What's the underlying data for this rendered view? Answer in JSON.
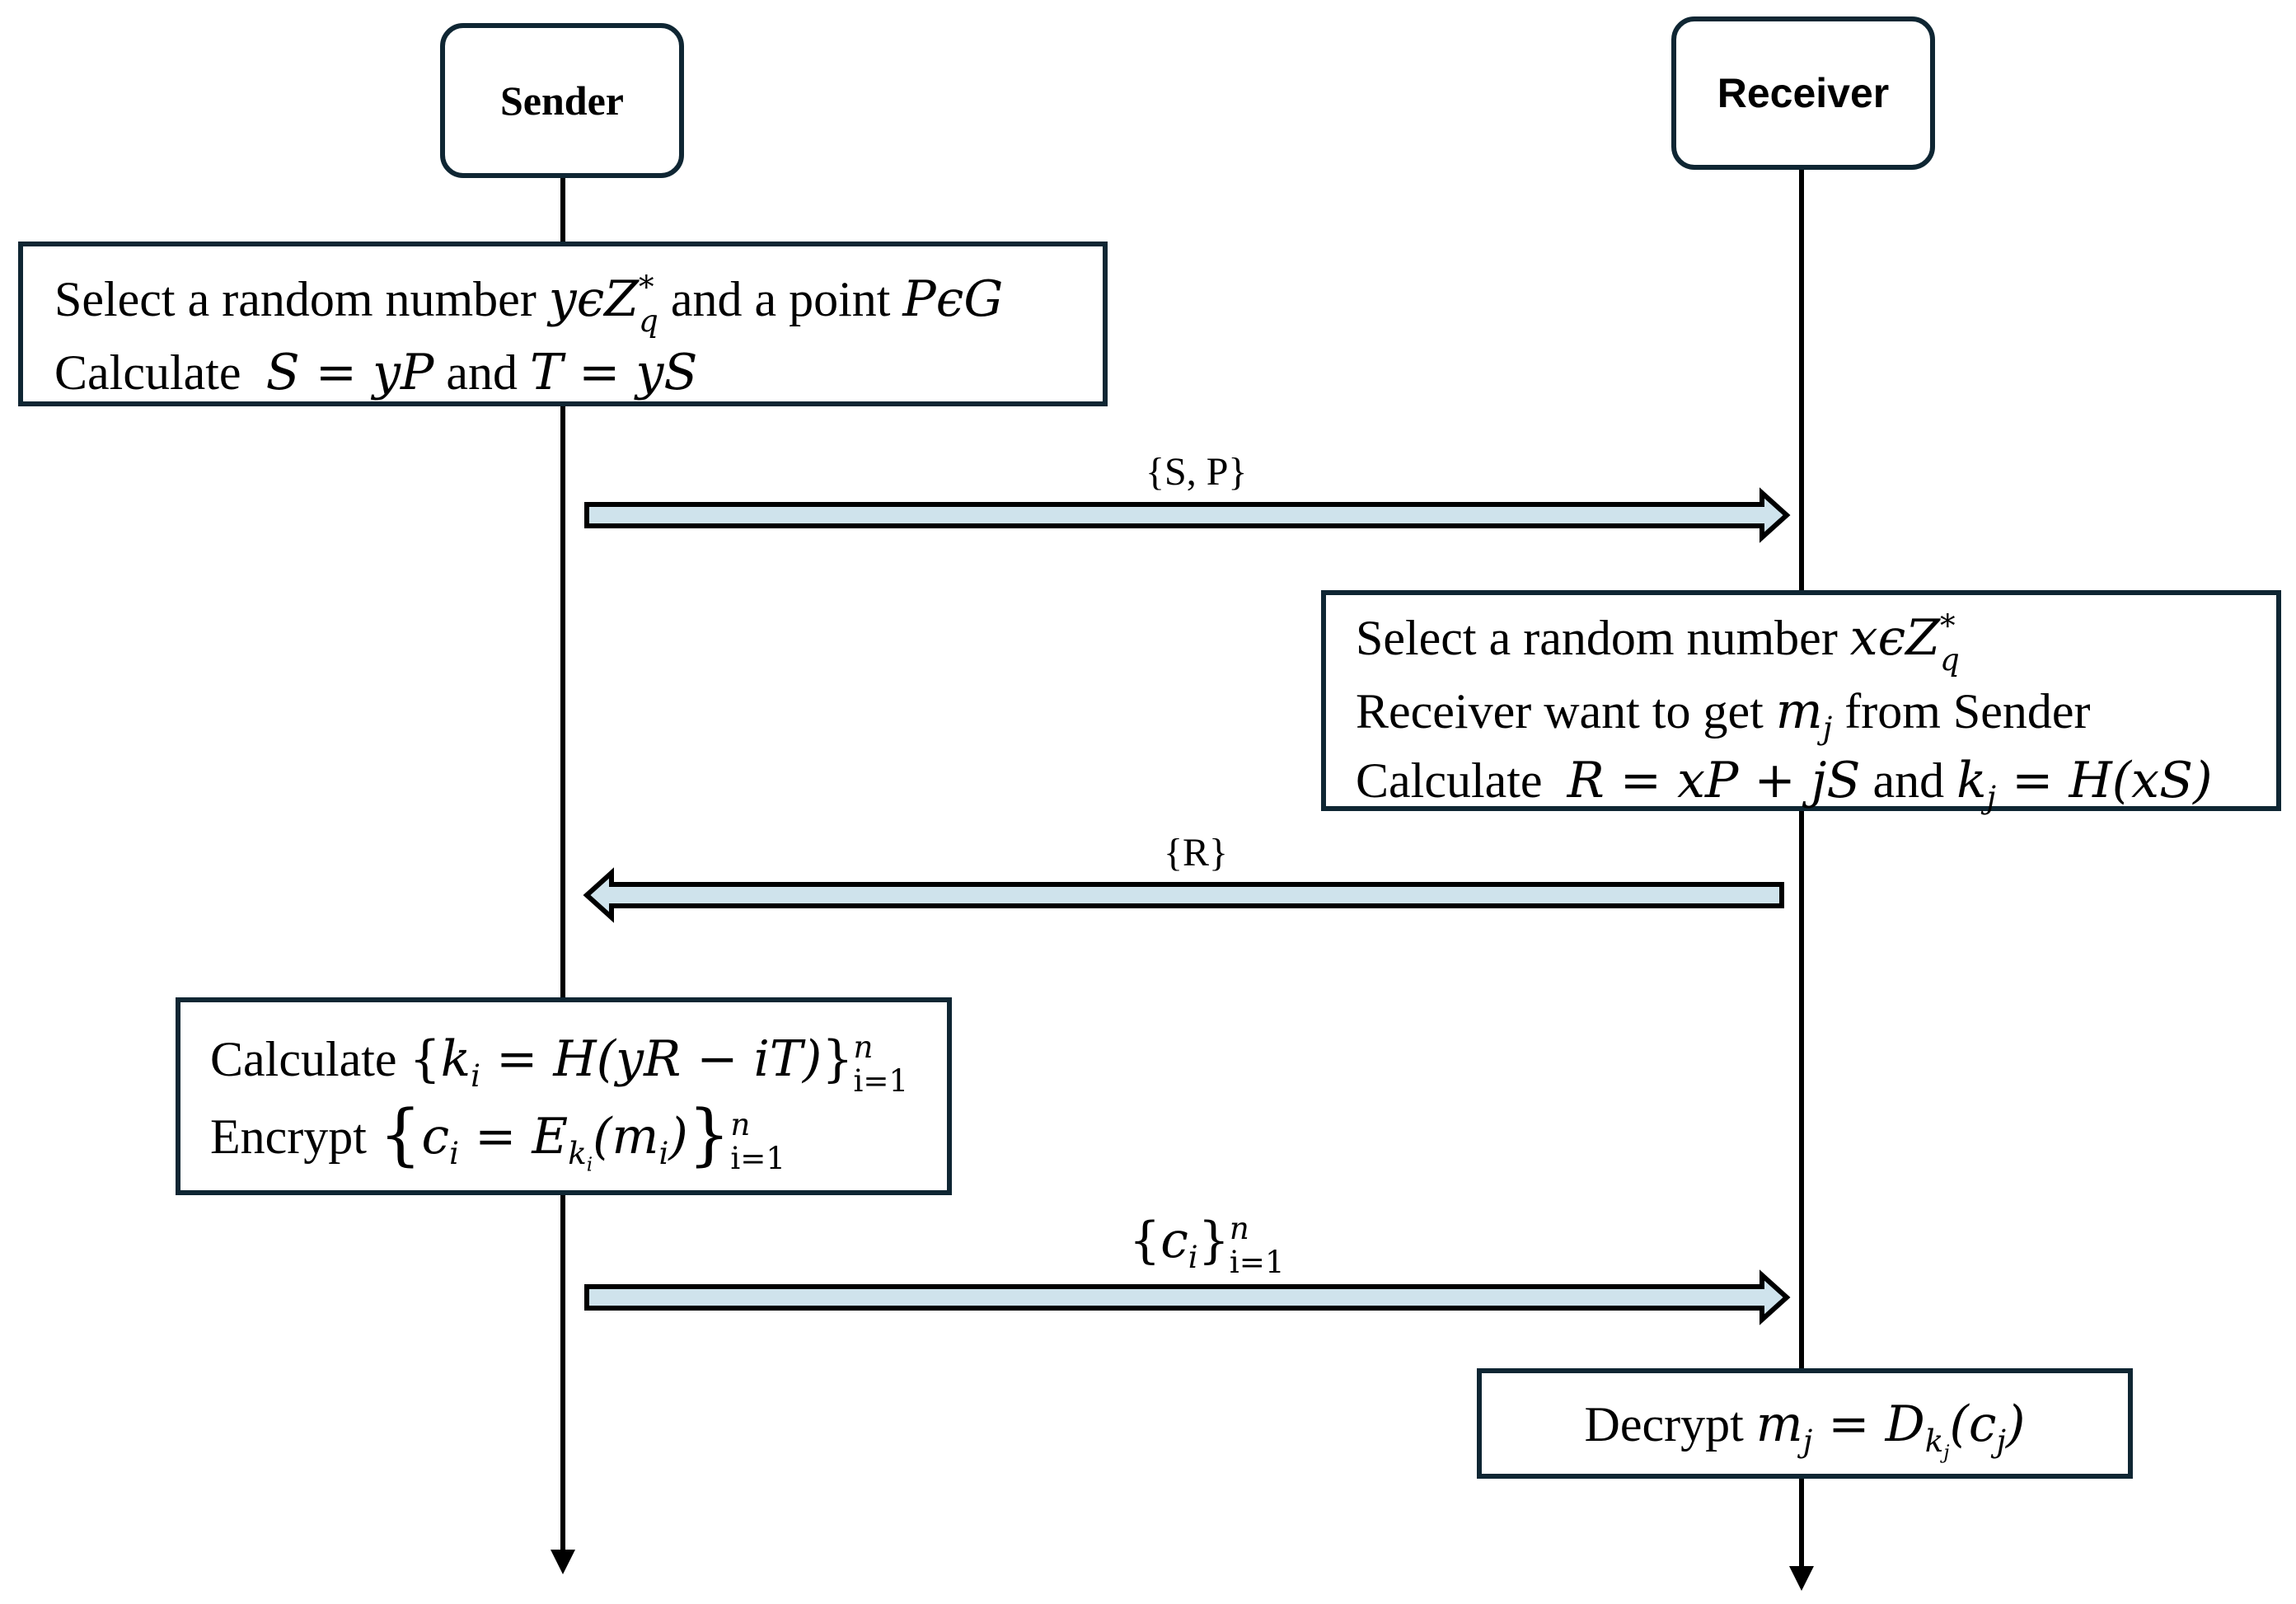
{
  "actors": {
    "sender": "Sender",
    "receiver": "Receiver"
  },
  "steps": {
    "sender_setup": {
      "line1_text": "Select a random number",
      "line1_var": "yϵZ",
      "line1_sub": "q",
      "line1_sup": "*",
      "line1_mid": "and a point",
      "line1_point": "PϵG",
      "line2_text": "Calculate",
      "line2_eq1": "S = yP",
      "line2_and": "and",
      "line2_eq2": "T = yS"
    },
    "receiver_setup": {
      "line1_text": "Select a random number",
      "line1_var": "xϵZ",
      "line1_sub": "q",
      "line1_sup": "*",
      "line2_text_a": "Receiver want to get",
      "line2_var": "m",
      "line2_sub": "j",
      "line2_text_b": "from Sender",
      "line3_text": "Calculate",
      "line3_eq1": "R = xP + jS",
      "line3_and": "and",
      "line3_eq2_k": "k",
      "line3_eq2_sub": "j",
      "line3_eq2_rest": " = H(xS)"
    },
    "sender_encrypt": {
      "line1_text": "Calculate",
      "line1_open": "{",
      "line1_k": "k",
      "line1_k_sub": "i",
      "line1_eq": " = H(yR − iT)",
      "line1_close": "}",
      "line1_sup": "n",
      "line1_sub": "i=1",
      "line2_text": "Encrypt",
      "line2_open": "{",
      "line2_c": "c",
      "line2_c_sub": "i",
      "line2_eq": " = E",
      "line2_E_sub_k": "k",
      "line2_E_sub_i": "i",
      "line2_arg": "(m",
      "line2_arg_sub": "i",
      "line2_arg_close": ")",
      "line2_close": "}",
      "line2_sup": "n",
      "line2_sub": "i=1"
    },
    "receiver_decrypt": {
      "text": "Decrypt",
      "m": "m",
      "m_sub": "j",
      "eq": " = D",
      "D_sub_k": "k",
      "D_sub_j": "j",
      "arg_open": "(c",
      "arg_sub": "j",
      "arg_close": ")"
    }
  },
  "messages": {
    "msg1": "{S, P}",
    "msg2": "{R}",
    "msg3_open": "{",
    "msg3_c": "c",
    "msg3_c_sub": "i",
    "msg3_close": "}",
    "msg3_sup": "n",
    "msg3_sub": "i=1"
  },
  "colors": {
    "box_border": "#0f2633",
    "arrow_fill": "#cfe3ec",
    "line": "#000000"
  }
}
